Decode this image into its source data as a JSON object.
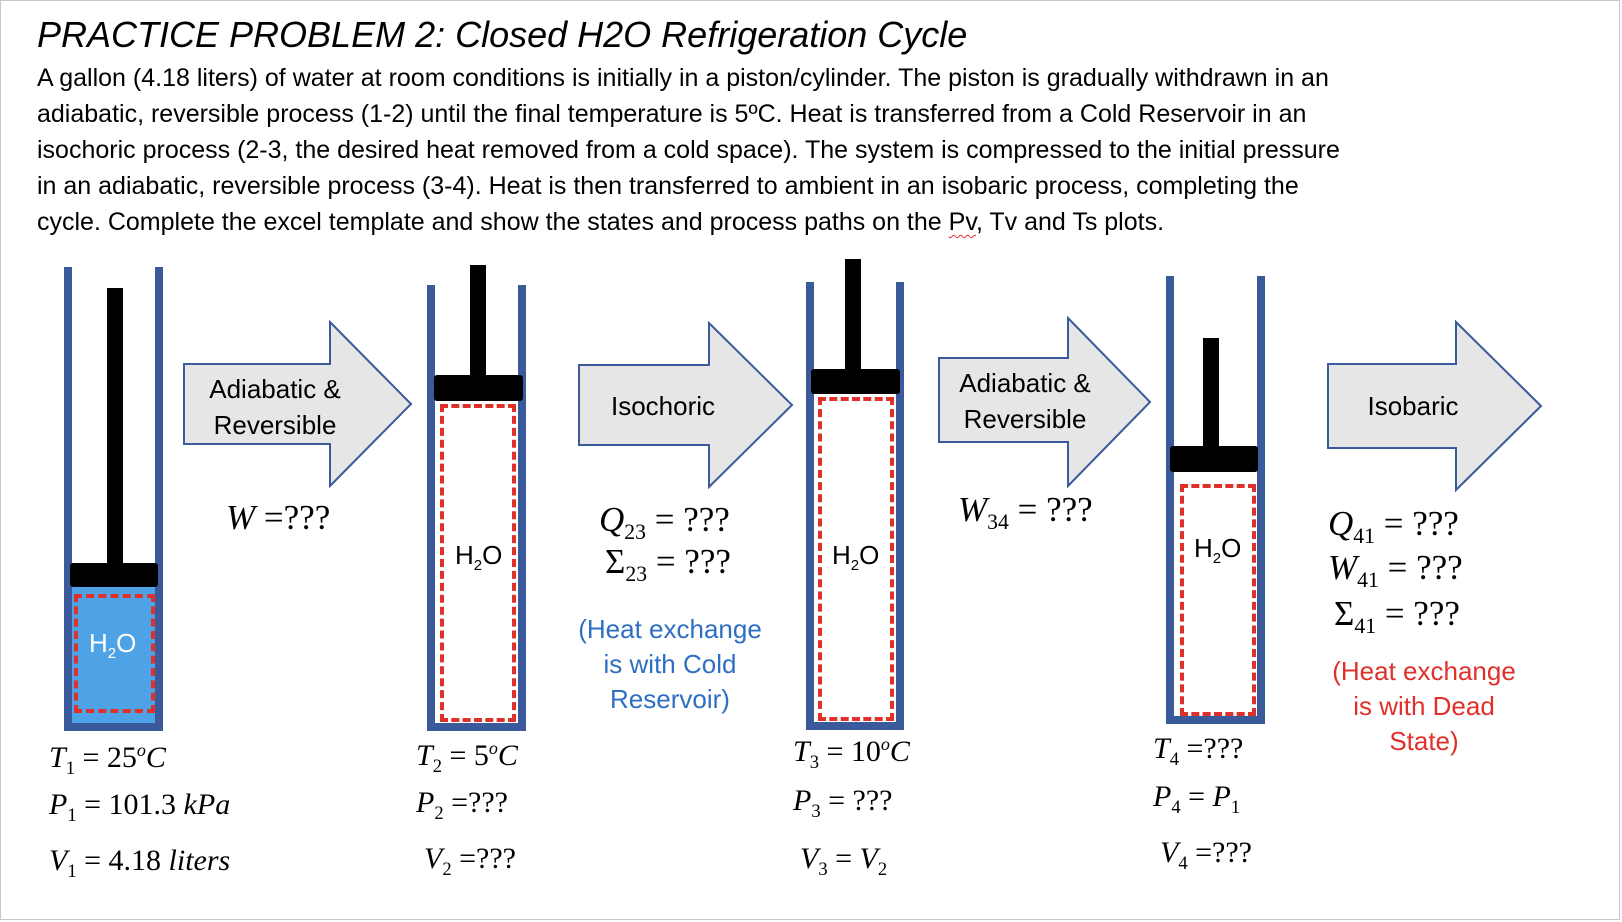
{
  "title": "PRACTICE PROBLEM 2:  Closed H2O Refrigeration Cycle",
  "description": {
    "line1": "A gallon (4.18 liters) of water at room conditions is initially in a piston/cylinder.  The piston is gradually withdrawn in an",
    "line2": "adiabatic, reversible process (1-2) until the final temperature is 5ºC. Heat is transferred from a Cold Reservoir in an",
    "line3": "isochoric process (2-3, the desired heat removed from a cold space).  The system is compressed to the initial pressure",
    "line4": "in an adiabatic, reversible process (3-4).  Heat is then transferred to ambient in an isobaric process, completing the",
    "line5_a": "cycle.  Complete the excel template and show the states and process paths on the ",
    "line5_pv": "Pv",
    "line5_b": ", Tv and Ts plots."
  },
  "substance": {
    "main": "H",
    "sub": "2",
    "tail": "O"
  },
  "processes": {
    "p12": {
      "line1": "Adiabatic &",
      "line2": "Reversible"
    },
    "p23": {
      "label": "Isochoric"
    },
    "p34": {
      "line1": "Adiabatic &",
      "line2": "Reversible"
    },
    "p41": {
      "label": "Isobaric"
    }
  },
  "equations": {
    "w12": {
      "sym": "W",
      "val": " =???"
    },
    "q23": {
      "sym": "Q",
      "sub": "23",
      "val": " = ???"
    },
    "s23": {
      "sym": "Σ",
      "sub": "23",
      "val": " = ???"
    },
    "w34": {
      "sym": "W",
      "sub": "34",
      "val": " = ???"
    },
    "q41": {
      "sym": "Q",
      "sub": "41",
      "val": " = ???"
    },
    "w41": {
      "sym": "W",
      "sub": "41",
      "val": " = ???"
    },
    "s41": {
      "sym": "Σ",
      "sub": "41",
      "val": " = ???"
    }
  },
  "notes": {
    "cold": {
      "line1": "(Heat exchange",
      "line2": "is with Cold",
      "line3": "Reservoir)",
      "color": "#2e6fc4"
    },
    "dead": {
      "line1": "(Heat exchange",
      "line2": "is with Dead",
      "line3": "State)",
      "color": "#e0302a"
    }
  },
  "states": {
    "s1": {
      "T": {
        "sym": "T",
        "sub": "1",
        "val": " = 25",
        "deg": "o",
        "unit": "C"
      },
      "P": {
        "sym": "P",
        "sub": "1",
        "val": " = 101.3 ",
        "unit": "kPa"
      },
      "V": {
        "sym": "V",
        "sub": "1",
        "val": " = 4.18 ",
        "unit": "liters"
      }
    },
    "s2": {
      "T": {
        "sym": "T",
        "sub": "2",
        "val": " = 5",
        "deg": "o",
        "unit": "C"
      },
      "P": {
        "sym": "P",
        "sub": "2",
        "val": " =???"
      },
      "V": {
        "sym": "V",
        "sub": "2",
        "val": " =???"
      }
    },
    "s3": {
      "T": {
        "sym": "T",
        "sub": "3",
        "val": " = 10",
        "deg": "o",
        "unit": "C"
      },
      "P": {
        "sym": "P",
        "sub": "3",
        "val": " = ???"
      },
      "V": {
        "sym": "V",
        "sub": "3",
        "val": " = ",
        "sym2": "V",
        "sub2": "2"
      }
    },
    "s4": {
      "T": {
        "sym": "T",
        "sub": "4",
        "val": " =???"
      },
      "P": {
        "sym": "P",
        "sub": "4",
        "val": " = ",
        "sym2": "P",
        "sub2": "1"
      },
      "V": {
        "sym": "V",
        "sub": "4",
        "val": " =???"
      }
    }
  },
  "colors": {
    "cylinder": "#3a5a9b",
    "piston": "#000000",
    "boundary": "#e0302a",
    "water": "#4ea3e6",
    "arrow_fill": "#e6e6e6",
    "arrow_stroke": "#3a5a9b"
  }
}
